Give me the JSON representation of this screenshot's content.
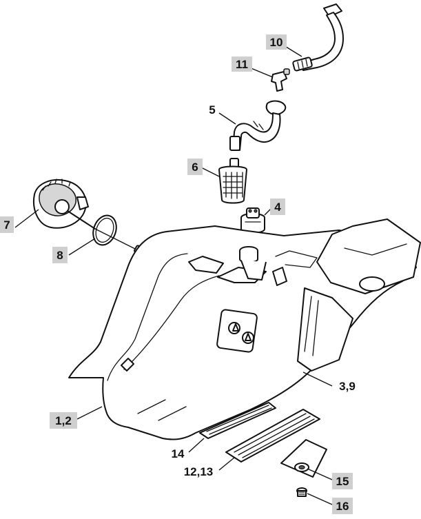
{
  "callouts": [
    {
      "id": "c10",
      "text": "10",
      "highlighted": true
    },
    {
      "id": "c11",
      "text": "11",
      "highlighted": true
    },
    {
      "id": "c5",
      "text": "5",
      "highlighted": false
    },
    {
      "id": "c6",
      "text": "6",
      "highlighted": true
    },
    {
      "id": "c4",
      "text": "4",
      "highlighted": true
    },
    {
      "id": "c7",
      "text": "7",
      "highlighted": true
    },
    {
      "id": "c8",
      "text": "8",
      "highlighted": true
    },
    {
      "id": "c3_9",
      "text": "3,9",
      "highlighted": false
    },
    {
      "id": "c1_2",
      "text": "1,2",
      "highlighted": true
    },
    {
      "id": "c14",
      "text": "14",
      "highlighted": false
    },
    {
      "id": "c12_13",
      "text": "12,13",
      "highlighted": false
    },
    {
      "id": "c15",
      "text": "15",
      "highlighted": true
    },
    {
      "id": "c16",
      "text": "16",
      "highlighted": true
    }
  ],
  "colors": {
    "highlight": "#cfcfcf",
    "line": "#111111",
    "fill": "#ffffff"
  }
}
